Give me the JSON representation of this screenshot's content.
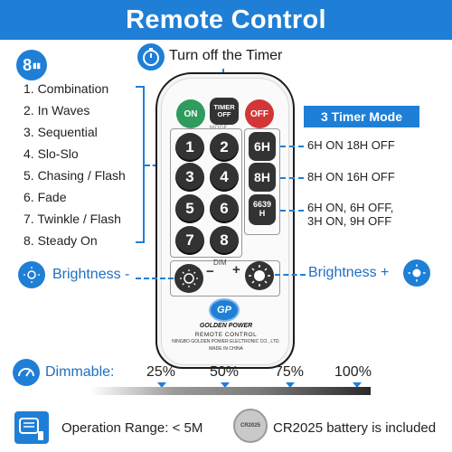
{
  "title": "Remote Control",
  "mode_icon": {
    "number": "8"
  },
  "modes": [
    "1. Combination",
    "2. In Waves",
    "3. Sequential",
    "4. Slo-Slo",
    "5. Chasing / Flash",
    "6. Fade",
    "7. Twinkle / Flash",
    "8. Steady On"
  ],
  "timer_header": {
    "label": "Turn off the Timer",
    "icon": "stopwatch-icon"
  },
  "remote": {
    "on_label": "ON",
    "off_label": "OFF",
    "timer_line1": "TIMER",
    "timer_line2": "OFF",
    "mode_label": "MODE",
    "numbers": [
      "1",
      "2",
      "3",
      "4",
      "5",
      "6",
      "7",
      "8"
    ],
    "hour_6": "6H",
    "hour_8": "8H",
    "code_6639": "6639",
    "code_h": "H",
    "dim_label": "DIM",
    "dim_minus": "−",
    "dim_plus": "+",
    "logo": "GP",
    "brand": "GOLDEN POWER",
    "rc_label": "REMOTE CONTROL",
    "maker": "NINGBO GOLDEN POWER ELECTRONIC CO., LTD.",
    "made_in": "MADE IN CHINA"
  },
  "timer_mode": {
    "badge": "3 Timer Mode",
    "options": [
      "6H ON 18H OFF",
      "8H ON 16H OFF",
      "6H ON, 6H OFF,",
      "3H ON, 9H OFF"
    ]
  },
  "brightness": {
    "left": "Brightness -",
    "right": "Brightness +",
    "icon": "sun-icon"
  },
  "dimmable": {
    "label": "Dimmable:",
    "levels": [
      "25%",
      "50%",
      "75%",
      "100%"
    ]
  },
  "footer": {
    "range": "Operation Range: < 5M",
    "battery": "CR2025 battery is included",
    "battery_icon_text": "CR2025"
  },
  "colors": {
    "accent": "#1f7fd6",
    "on": "#2e9b5f",
    "off": "#d33636",
    "button": "#333333"
  }
}
